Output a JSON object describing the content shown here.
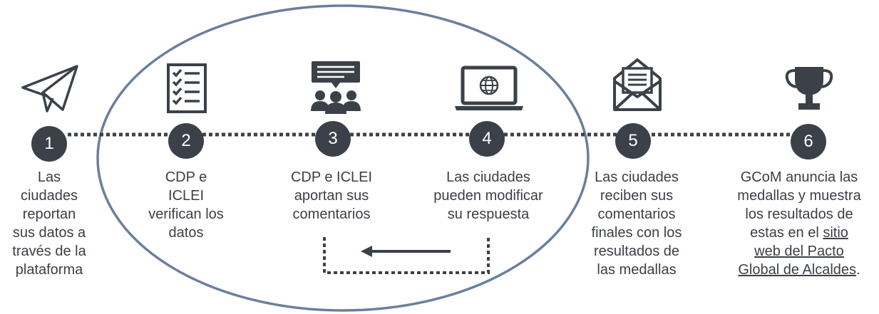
{
  "colors": {
    "dark": "#3c4149",
    "text": "#3b3f46",
    "oval": "#6b7f9c"
  },
  "steps": [
    {
      "number": "1",
      "icon": "paper-plane-icon",
      "lines": [
        "Las",
        "ciudades",
        "reportan",
        "sus datos a",
        "través de la",
        "plataforma"
      ]
    },
    {
      "number": "2",
      "icon": "checklist-icon",
      "lines": [
        "CDP e",
        "ICLEI",
        "verifican los",
        "datos"
      ]
    },
    {
      "number": "3",
      "icon": "team-discussion-icon",
      "lines": [
        "CDP e ICLEI",
        "aportan sus",
        "comentarios"
      ]
    },
    {
      "number": "4",
      "icon": "laptop-globe-icon",
      "lines": [
        "Las ciudades",
        "pueden modificar",
        "su respuesta"
      ]
    },
    {
      "number": "5",
      "icon": "envelope-letter-icon",
      "lines": [
        "Las ciudades",
        "reciben sus",
        "comentarios",
        "finales con los",
        "resultados de",
        "las medallas"
      ]
    },
    {
      "number": "6",
      "icon": "trophy-icon",
      "lines": [
        "GCoM anuncia las",
        "medallas y muestra",
        "los resultados de"
      ],
      "line4_prefix": "estas en el ",
      "link_part1": "sitio",
      "link_part2": "web del Pacto",
      "link_part3": "Global de Alcaldes",
      "suffix": "."
    }
  ]
}
